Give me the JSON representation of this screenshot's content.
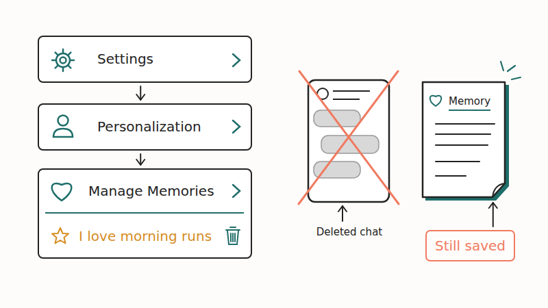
{
  "diagram": {
    "nodes": [
      {
        "text": [
          "Settings"
        ]
      },
      {
        "text": [
          "Personalization"
        ]
      },
      {
        "text": [
          "Manage Memories",
          "I love morning runs"
        ]
      },
      {
        "text": [
          "Memory"
        ]
      },
      {
        "text": [
          "Still saved"
        ]
      }
    ],
    "edges": [
      {
        "from": 0,
        "to": 1,
        "arrow": "to"
      },
      {
        "from": 1,
        "to": 2,
        "arrow": "to"
      },
      {
        "from": 4,
        "to": 3,
        "arrow": "to"
      }
    ],
    "labels": [
      "Deleted chat"
    ]
  }
}
